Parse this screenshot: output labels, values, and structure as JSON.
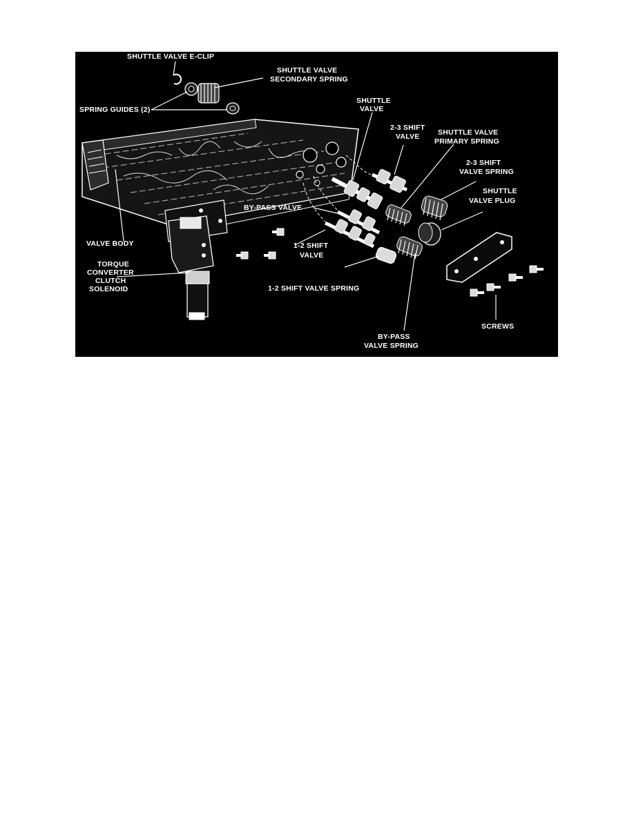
{
  "diagram": {
    "labels": {
      "shuttle_valve_e_clip": "SHUTTLE VALVE E-CLIP",
      "shuttle_valve_secondary_spring_1": "SHUTTLE VALVE",
      "shuttle_valve_secondary_spring_2": "SECONDARY SPRING",
      "spring_guides": "SPRING GUIDES (2)",
      "shuttle_valve_1": "SHUTTLE",
      "shuttle_valve_2": "VALVE",
      "shift_2_3_valve_1": "2-3 SHIFT",
      "shift_2_3_valve_2": "VALVE",
      "shuttle_valve_primary_spring_1": "SHUTTLE VALVE",
      "shuttle_valve_primary_spring_2": "PRIMARY SPRING",
      "shift_2_3_valve_spring_1": "2-3 SHIFT",
      "shift_2_3_valve_spring_2": "VALVE SPRING",
      "shuttle_valve_plug_1": "SHUTTLE",
      "shuttle_valve_plug_2": "VALVE PLUG",
      "by_pass_valve": "BY-PASS VALVE",
      "valve_body": "VALVE BODY",
      "shift_1_2_valve_1": "1-2 SHIFT",
      "shift_1_2_valve_2": "VALVE",
      "tcc_solenoid_1": "TORQUE",
      "tcc_solenoid_2": "CONVERTER",
      "tcc_solenoid_3": "CLUTCH",
      "tcc_solenoid_4": "SOLENOID",
      "shift_1_2_valve_spring": "1-2 SHIFT VALVE SPRING",
      "screws": "SCREWS",
      "by_pass_valve_spring_1": "BY-PASS",
      "by_pass_valve_spring_2": "VALVE SPRING"
    }
  }
}
